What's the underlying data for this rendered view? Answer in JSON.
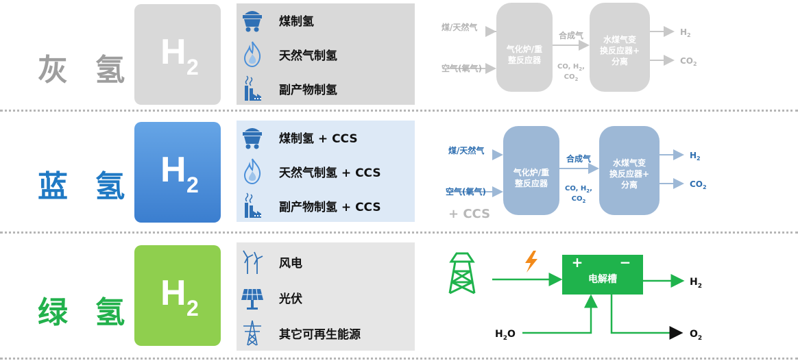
{
  "rows": {
    "grey": {
      "label": "灰 氢",
      "h2": {
        "h": "H",
        "sub": "2"
      },
      "items": [
        "煤制氢",
        "天然气制氢",
        "副产物制氢"
      ],
      "flow": {
        "input1": "煤/天然气",
        "input2": "空气(氧气)",
        "reactor1_line1": "气化炉/重",
        "reactor1_line2": "整反应器",
        "mid_top": "合成气",
        "mid_bottom_line1": "CO, H",
        "mid_bottom_line1_sub": "2",
        "mid_bottom_line1_end": ",",
        "mid_bottom_line2": "CO",
        "mid_bottom_line2_sub": "2",
        "reactor2_line1": "水煤气变",
        "reactor2_line2": "换反应器+",
        "reactor2_line3": "分离",
        "out1": "H",
        "out1_sub": "2",
        "out2": "CO",
        "out2_sub": "2"
      }
    },
    "blue": {
      "label": "蓝 氢",
      "h2": {
        "h": "H",
        "sub": "2"
      },
      "items": [
        "煤制氢 + CCS",
        "天然气制氢 + CCS",
        "副产物制氢 + CCS"
      ],
      "flow": {
        "input1": "煤/天然气",
        "input2": "空气(氧气)",
        "reactor1_line1": "气化炉/重",
        "reactor1_line2": "整反应器",
        "mid_top": "合成气",
        "mid_bottom_line1": "CO, H",
        "mid_bottom_line1_sub": "2",
        "mid_bottom_line1_end": ",",
        "mid_bottom_line2": "CO",
        "mid_bottom_line2_sub": "2",
        "reactor2_line1": "水煤气变",
        "reactor2_line2": "换反应器+",
        "reactor2_line3": "分离",
        "out1": "H",
        "out1_sub": "2",
        "out2": "CO",
        "out2_sub": "2",
        "ccs": "+ CCS"
      }
    },
    "green": {
      "label": "绿 氢",
      "h2": {
        "h": "H",
        "sub": "2"
      },
      "items": [
        "风电",
        "光伏",
        "其它可再生能源"
      ],
      "flow": {
        "plus": "+",
        "minus": "−",
        "electrolyzer": "电解槽",
        "out_h2": "H",
        "out_h2_sub": "2",
        "in_water": "H",
        "in_water_sub": "2",
        "in_water_end": "O",
        "out_o2": "O",
        "out_o2_sub": "2"
      }
    }
  },
  "colors": {
    "grey_label": "#9e9e9e",
    "grey_box": "#d9d9d9",
    "grey_list_bg": "#d9d9d9",
    "grey_reactor": "#d6d6d6",
    "grey_text": "#b3b3b3",
    "blue_label": "#1f79c4",
    "blue_box": "#4a8fd9",
    "blue_list_bg": "#dde9f6",
    "blue_reactor": "#9db8d6",
    "blue_text": "#2f6fb0",
    "green_label": "#22b14c",
    "green_box": "#8fcf4e",
    "green_list_bg": "#e6e6e6",
    "green_flow": "#1fb34c",
    "icon_blue": "#2f70b5",
    "flash_orange": "#f28a1a"
  },
  "icons": {
    "grey": [
      "coal-cart-icon",
      "flame-icon",
      "factory-icon"
    ],
    "blue": [
      "coal-cart-icon",
      "flame-icon",
      "factory-icon"
    ],
    "green": [
      "wind-turbine-icon",
      "solar-panel-icon",
      "power-tower-icon"
    ]
  }
}
